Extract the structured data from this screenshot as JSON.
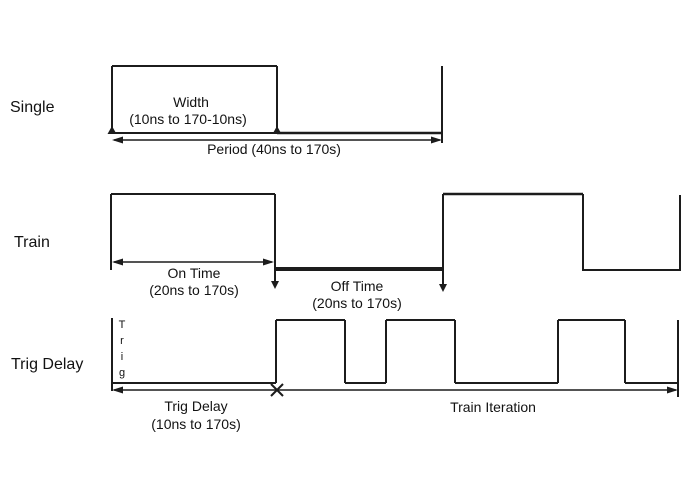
{
  "diagram_title": "pulse-timing-modes",
  "colors": {
    "line": "#1c1c1c",
    "background": "#ffffff",
    "text": "#121212"
  },
  "rows": [
    {
      "label": "Single"
    },
    {
      "label": "Train"
    },
    {
      "label": "Trig Delay"
    }
  ],
  "annotations": {
    "single": {
      "width_title": "Width",
      "width_range": "(10ns to 170-10ns)",
      "period": "Period (40ns to 170s)"
    },
    "train": {
      "on_time_title": "On Time",
      "on_time_range": "(20ns to 170s)",
      "off_time_title": "Off Time",
      "off_time_range": "(20ns to 170s)"
    },
    "trig": {
      "axis_label": "Trig",
      "delay_title": "Trig Delay",
      "delay_range": "(10ns to 170s)",
      "iteration": "Train Iteration"
    }
  }
}
